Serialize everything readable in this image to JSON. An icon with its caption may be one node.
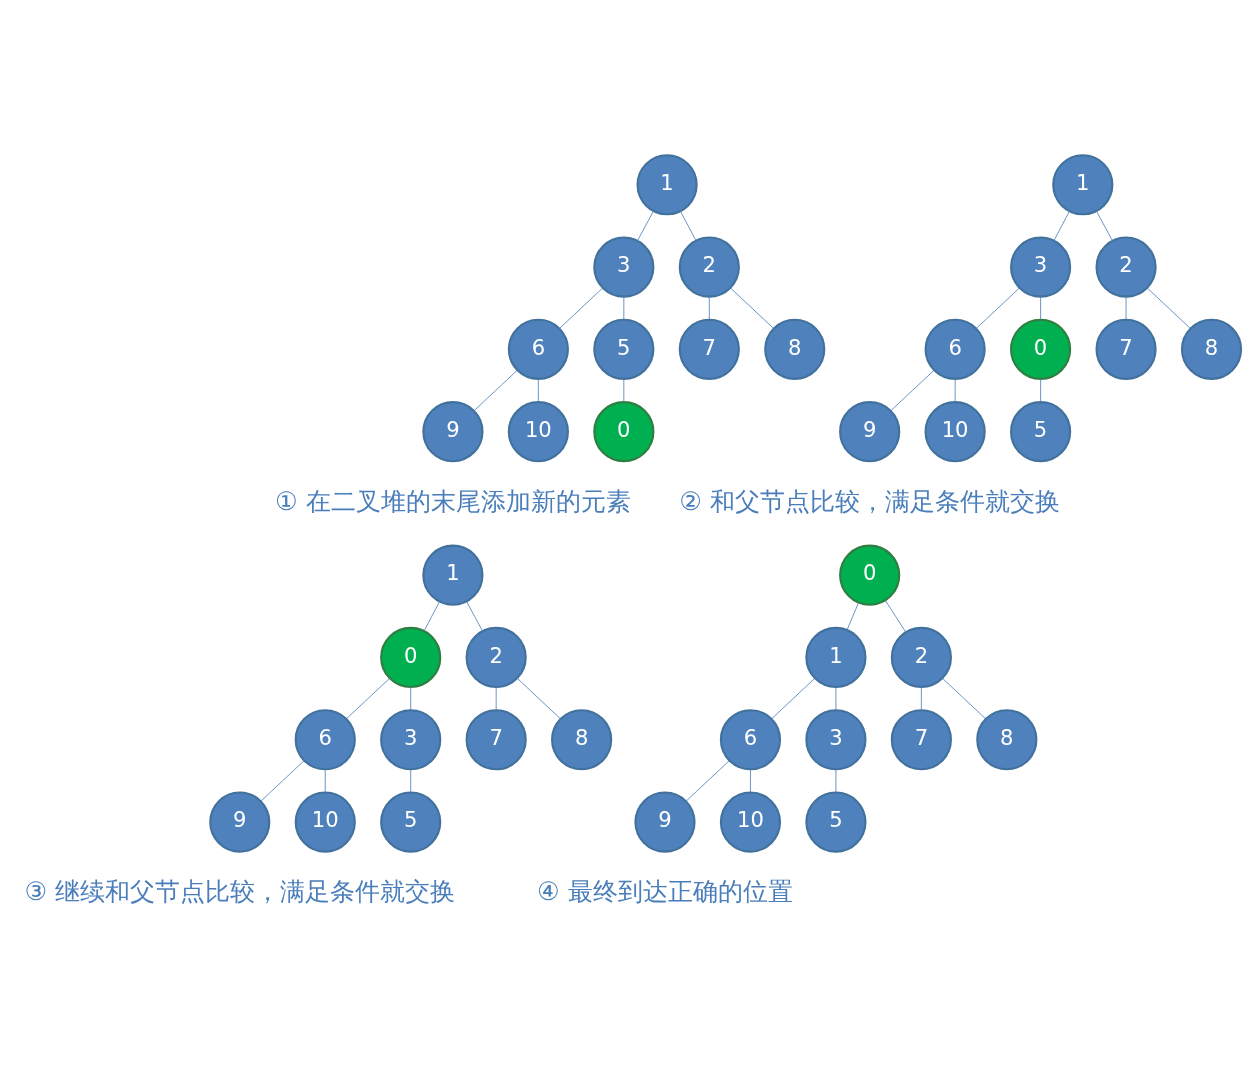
{
  "diagram": {
    "nodes": [
      {
        "text": [
          "1"
        ]
      },
      {
        "text": [
          "3"
        ]
      },
      {
        "text": [
          "2"
        ]
      },
      {
        "text": [
          "6"
        ]
      },
      {
        "text": [
          "5"
        ]
      },
      {
        "text": [
          "7"
        ]
      },
      {
        "text": [
          "8"
        ]
      },
      {
        "text": [
          "9"
        ]
      },
      {
        "text": [
          "10"
        ]
      },
      {
        "text": [
          "0"
        ]
      },
      {
        "text": [
          "1"
        ]
      },
      {
        "text": [
          "3"
        ]
      },
      {
        "text": [
          "2"
        ]
      },
      {
        "text": [
          "6"
        ]
      },
      {
        "text": [
          "0"
        ]
      },
      {
        "text": [
          "7"
        ]
      },
      {
        "text": [
          "8"
        ]
      },
      {
        "text": [
          "9"
        ]
      },
      {
        "text": [
          "10"
        ]
      },
      {
        "text": [
          "5"
        ]
      },
      {
        "text": [
          "1"
        ]
      },
      {
        "text": [
          "0"
        ]
      },
      {
        "text": [
          "2"
        ]
      },
      {
        "text": [
          "6"
        ]
      },
      {
        "text": [
          "3"
        ]
      },
      {
        "text": [
          "7"
        ]
      },
      {
        "text": [
          "8"
        ]
      },
      {
        "text": [
          "9"
        ]
      },
      {
        "text": [
          "10"
        ]
      },
      {
        "text": [
          "5"
        ]
      },
      {
        "text": [
          "0"
        ]
      },
      {
        "text": [
          "1"
        ]
      },
      {
        "text": [
          "2"
        ]
      },
      {
        "text": [
          "6"
        ]
      },
      {
        "text": [
          "3"
        ]
      },
      {
        "text": [
          "7"
        ]
      },
      {
        "text": [
          "8"
        ]
      },
      {
        "text": [
          "9"
        ]
      },
      {
        "text": [
          "10"
        ]
      },
      {
        "text": [
          "5"
        ]
      }
    ],
    "edges": [
      {
        "from": 0,
        "to": 1,
        "arrow": "none"
      },
      {
        "from": 0,
        "to": 2,
        "arrow": "none"
      },
      {
        "from": 1,
        "to": 3,
        "arrow": "none"
      },
      {
        "from": 1,
        "to": 4,
        "arrow": "none"
      },
      {
        "from": 2,
        "to": 5,
        "arrow": "none"
      },
      {
        "from": 2,
        "to": 6,
        "arrow": "none"
      },
      {
        "from": 3,
        "to": 7,
        "arrow": "none"
      },
      {
        "from": 3,
        "to": 8,
        "arrow": "none"
      },
      {
        "from": 4,
        "to": 9,
        "arrow": "none"
      },
      {
        "from": 10,
        "to": 11,
        "arrow": "none"
      },
      {
        "from": 10,
        "to": 12,
        "arrow": "none"
      },
      {
        "from": 11,
        "to": 13,
        "arrow": "none"
      },
      {
        "from": 11,
        "to": 14,
        "arrow": "none"
      },
      {
        "from": 12,
        "to": 15,
        "arrow": "none"
      },
      {
        "from": 12,
        "to": 16,
        "arrow": "none"
      },
      {
        "from": 13,
        "to": 17,
        "arrow": "none"
      },
      {
        "from": 13,
        "to": 18,
        "arrow": "none"
      },
      {
        "from": 14,
        "to": 19,
        "arrow": "none"
      },
      {
        "from": 20,
        "to": 21,
        "arrow": "none"
      },
      {
        "from": 20,
        "to": 22,
        "arrow": "none"
      },
      {
        "from": 21,
        "to": 23,
        "arrow": "none"
      },
      {
        "from": 21,
        "to": 24,
        "arrow": "none"
      },
      {
        "from": 22,
        "to": 25,
        "arrow": "none"
      },
      {
        "from": 22,
        "to": 26,
        "arrow": "none"
      },
      {
        "from": 23,
        "to": 27,
        "arrow": "none"
      },
      {
        "from": 23,
        "to": 28,
        "arrow": "none"
      },
      {
        "from": 24,
        "to": 29,
        "arrow": "none"
      },
      {
        "from": 30,
        "to": 31,
        "arrow": "none"
      },
      {
        "from": 30,
        "to": 32,
        "arrow": "none"
      },
      {
        "from": 31,
        "to": 33,
        "arrow": "none"
      },
      {
        "from": 31,
        "to": 34,
        "arrow": "none"
      },
      {
        "from": 32,
        "to": 35,
        "arrow": "none"
      },
      {
        "from": 32,
        "to": 36,
        "arrow": "none"
      },
      {
        "from": 33,
        "to": 37,
        "arrow": "none"
      },
      {
        "from": 33,
        "to": 38,
        "arrow": "none"
      },
      {
        "from": 34,
        "to": 39,
        "arrow": "none"
      }
    ],
    "labels": [
      "① 在二叉堆的末尾添加新的元素",
      "② 和父节点比较，满足条件就交换",
      "③ 继续和父节点比较，满足条件就交换",
      "④ 最终到达正确的位置"
    ]
  }
}
